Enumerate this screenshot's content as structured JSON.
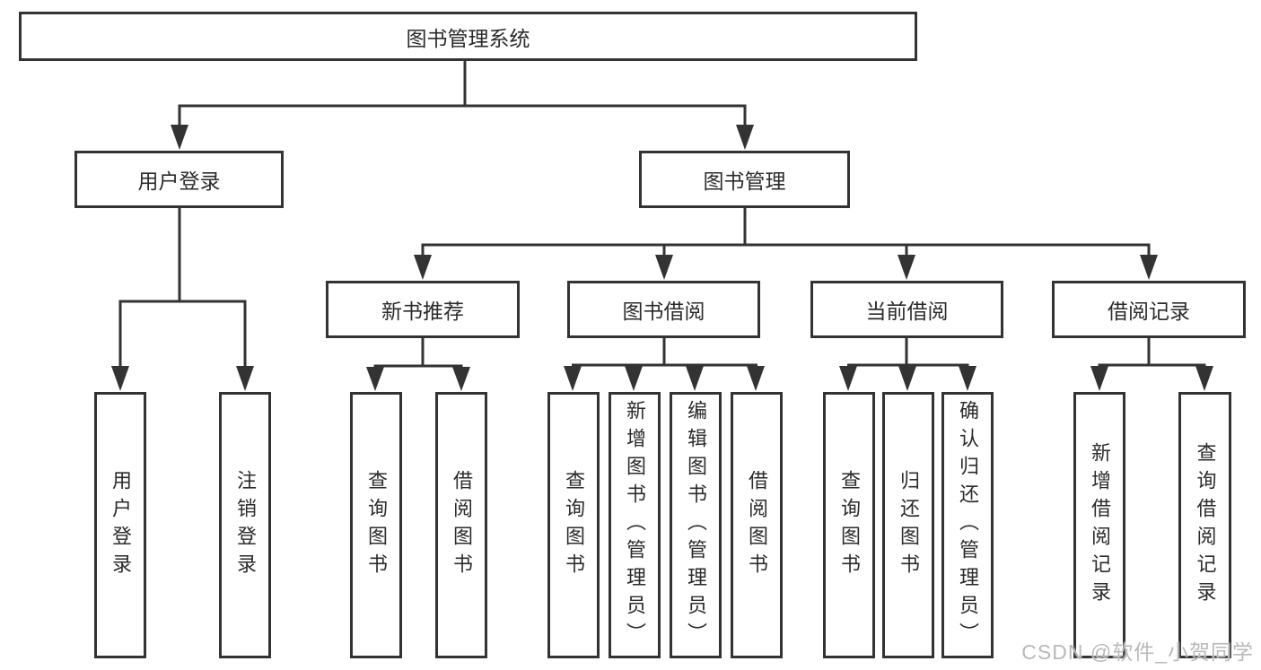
{
  "colors": {
    "line": "#333333",
    "text": "#2b2b2b",
    "box_background": "#ffffff",
    "page_background": "#ffffff",
    "watermark": "#b9b9b9"
  },
  "watermark": {
    "text": "CSDN @软件_小贺同学"
  },
  "diagram": {
    "root": {
      "label": "图书管理系统"
    },
    "branches": [
      {
        "label": "用户登录",
        "children": [
          {
            "label": "用户登录"
          },
          {
            "label": "注销登录"
          }
        ]
      },
      {
        "label": "图书管理",
        "children": [
          {
            "label": "新书推荐",
            "children": [
              {
                "label": "查询图书"
              },
              {
                "label": "借阅图书"
              }
            ]
          },
          {
            "label": "图书借阅",
            "children": [
              {
                "label": "查询图书"
              },
              {
                "label": "新增图书（管理员）"
              },
              {
                "label": "编辑图书（管理员）"
              },
              {
                "label": "借阅图书"
              }
            ]
          },
          {
            "label": "当前借阅",
            "children": [
              {
                "label": "查询图书"
              },
              {
                "label": "归还图书"
              },
              {
                "label": "确认归还（管理员）"
              }
            ]
          },
          {
            "label": "借阅记录",
            "children": [
              {
                "label": "新增借阅记录"
              },
              {
                "label": "查询借阅记录"
              }
            ]
          }
        ]
      }
    ]
  }
}
